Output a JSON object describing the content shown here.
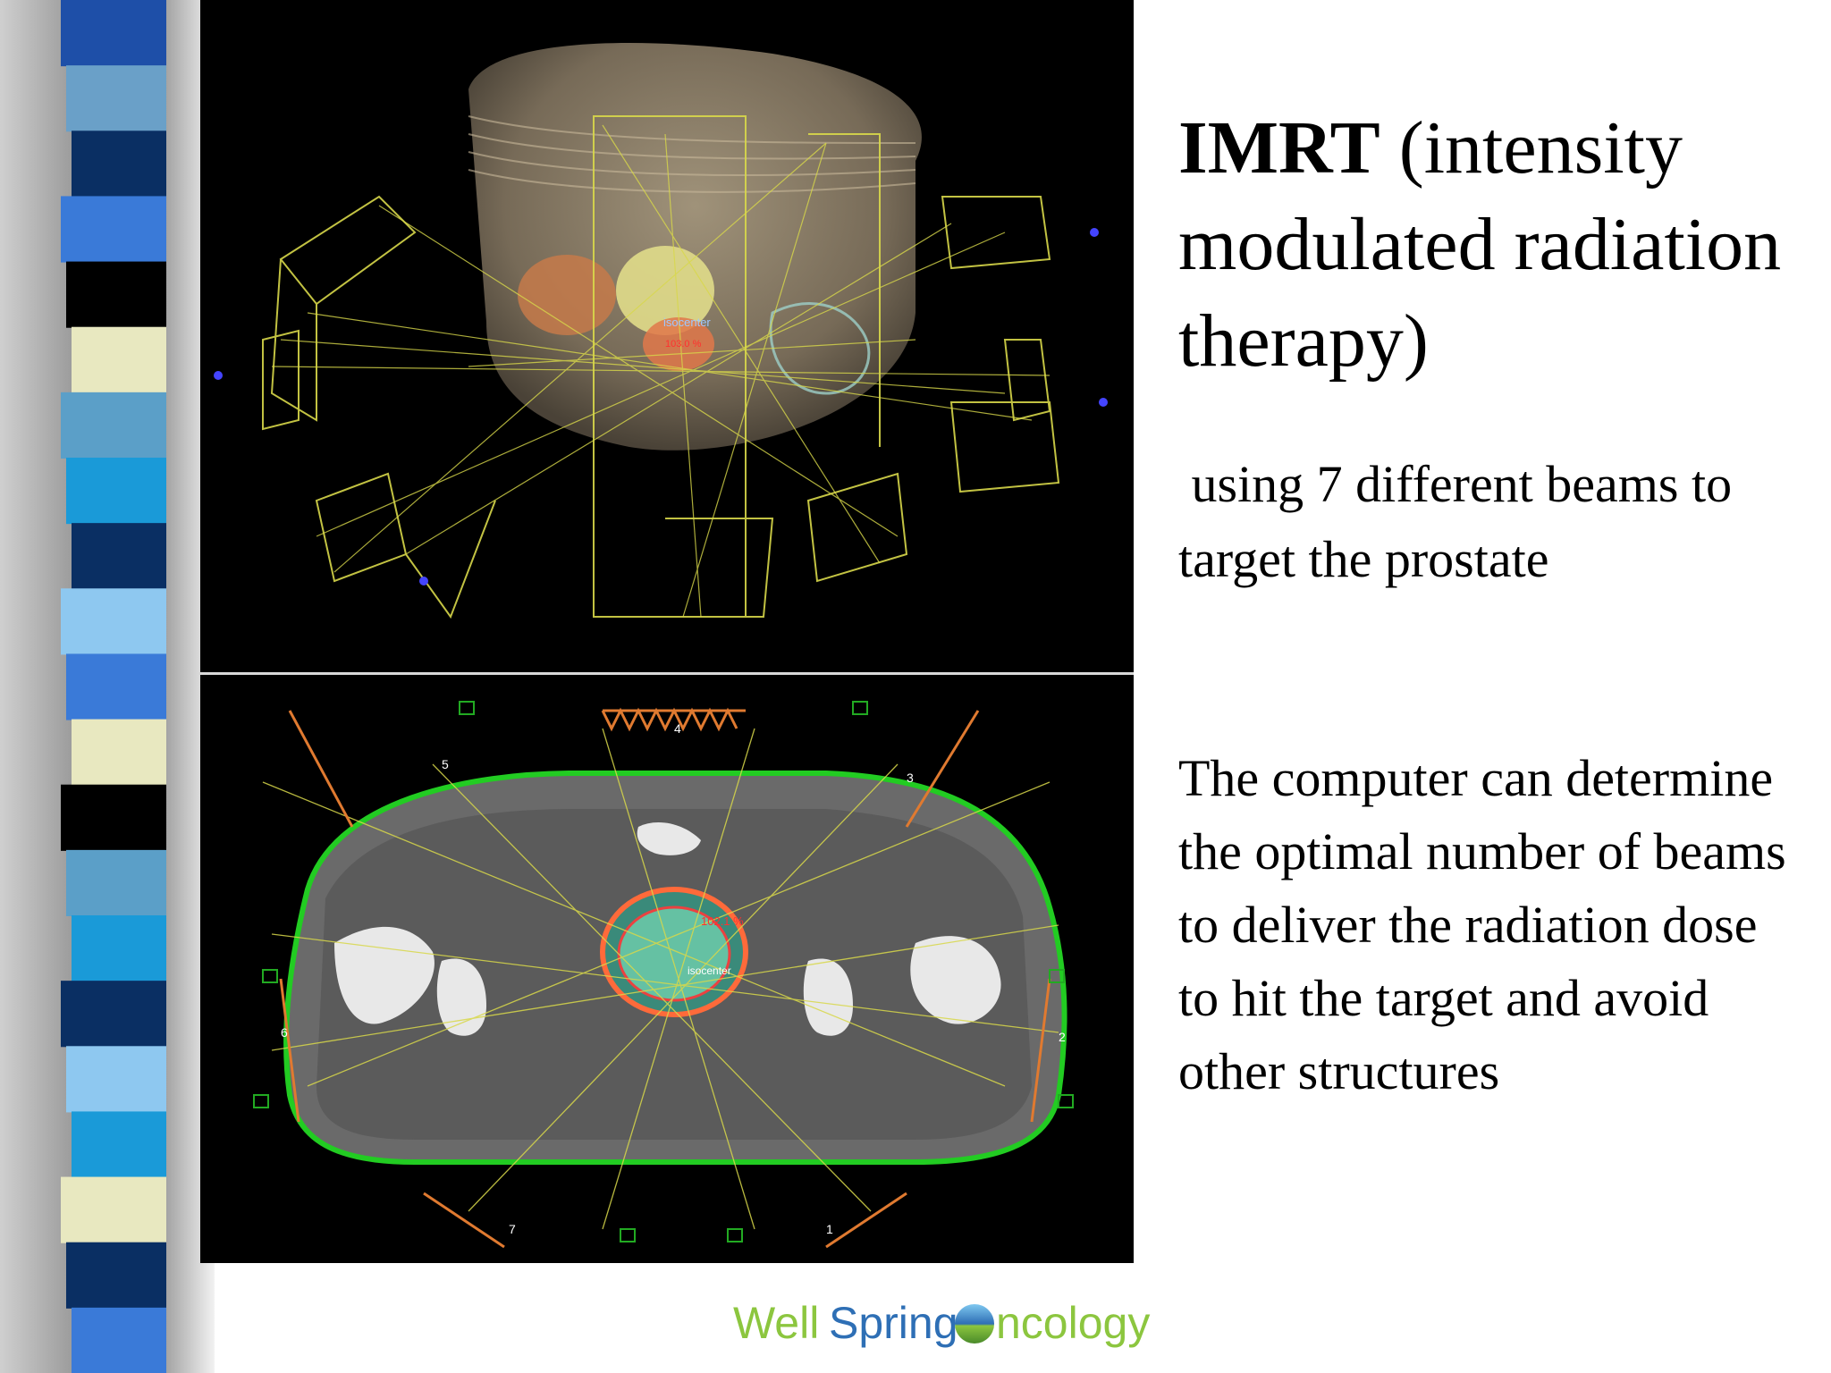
{
  "slide": {
    "title_bold": "IMRT",
    "title_rest": " (intensity modulated radiation therapy)",
    "subtitle": " using 7 different beams to target the prostate",
    "body": "The computer can determine the optimal number of beams to deliver the radiation dose to hit the target and avoid other structures"
  },
  "figure_top": {
    "label_isocenter": "isocenter",
    "label_dose": "103.0 %"
  },
  "figure_bottom": {
    "label_dose": "102.1 %",
    "label_isocenter": "isocenter",
    "beam_numbers": [
      "1",
      "2",
      "3",
      "4",
      "5",
      "6",
      "7"
    ]
  },
  "logo": {
    "part1": "Well",
    "part2": "Spring",
    "part3": "ncology"
  },
  "colors": {
    "sidebar_stripes": [
      "#1e4fa8",
      "#6aa0c8",
      "#0a2f63",
      "#3a7ad8",
      "#000000",
      "#e8e8c0",
      "#5b9fc8",
      "#1a9ad8",
      "#0a2f63",
      "#8ec8f0",
      "#3a7ad8",
      "#e8e8c0",
      "#000000",
      "#5b9fc8",
      "#1a9ad8",
      "#0a2f63",
      "#8ec8f0",
      "#1a9ad8",
      "#e8e8c0",
      "#0a2f63",
      "#3a7ad8"
    ],
    "logo_green": "#8cc63f",
    "logo_blue": "#2e6fb5",
    "body_contour": "#22cc22",
    "beam_yellow": "#d8d84a"
  }
}
